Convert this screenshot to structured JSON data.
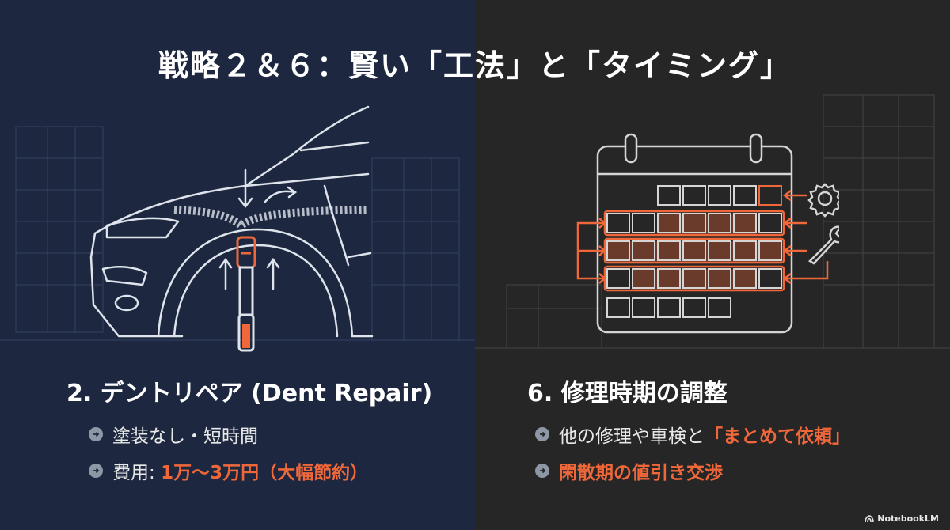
{
  "title": "戦略２＆６：賢い「工法」と「タイミング」",
  "left": {
    "heading": "2. デントリペア (Dent Repair)",
    "bullets": [
      {
        "text": "塗装なし・短時間"
      },
      {
        "prefix": "費用: ",
        "highlight": "1万〜3万円（大幅節約）"
      }
    ],
    "illustration_icon": "car-dent-repair-icon"
  },
  "right": {
    "heading": "6. 修理時期の調整",
    "bullets": [
      {
        "prefix": "他の修理や車検と",
        "highlight": "「まとめて依頼」"
      },
      {
        "highlight": "閑散期の値引き交渉"
      }
    ],
    "illustration_icon": "calendar-schedule-icon"
  },
  "brand": {
    "label": "NotebookLM",
    "icon": "notebooklm-logo-icon"
  },
  "colors": {
    "accent": "#f0683a",
    "left_bg": "#1d2840",
    "right_bg": "#262626"
  }
}
